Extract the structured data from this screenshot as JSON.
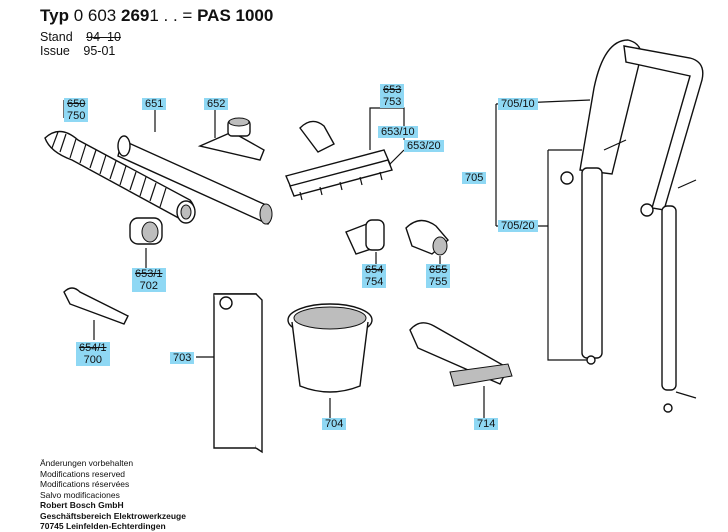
{
  "header": {
    "typ_label": "Typ",
    "number_plain": "0 603",
    "number_bold": "269",
    "number_tail": "1 . .  =",
    "model": "PAS 1000"
  },
  "meta": {
    "stand_label": "Stand",
    "stand_value": "94–10",
    "issue_label": "Issue",
    "issue_value": "95-01"
  },
  "labels": {
    "l650": {
      "old": "650",
      "new": "750"
    },
    "l651": "651",
    "l652": "652",
    "l653": {
      "old": "653",
      "new": "753"
    },
    "l653_10": "653/10",
    "l653_20": "653/20",
    "l653_1": {
      "old": "653/1",
      "new": "702"
    },
    "l654": {
      "old": "654",
      "new": "754"
    },
    "l655": {
      "old": "655",
      "new": "755"
    },
    "l654_1": {
      "old": "654/1",
      "new": "700"
    },
    "l703": "703",
    "l704": "704",
    "l714": "714",
    "l705": "705",
    "l705_10": "705/10",
    "l705_20": "705/20"
  },
  "footer": {
    "line1": "Änderungen vorbehalten",
    "line2": "Modifications reserved",
    "line3": "Modifications réservées",
    "line4": "Salvo modificaciones",
    "company": "Robert Bosch GmbH",
    "division": "Geschäftsbereich Elektrowerkzeuge",
    "address": "70745 Leinfelden-Echterdingen"
  },
  "colors": {
    "label_bg": "#8fd8f4",
    "ink": "#111111"
  }
}
